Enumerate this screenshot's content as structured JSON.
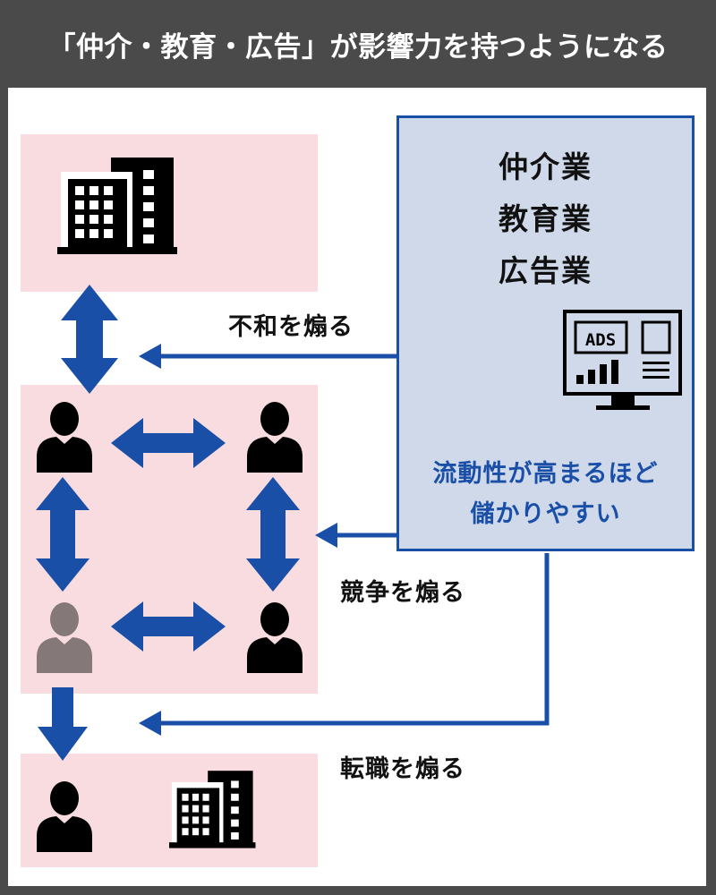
{
  "header": {
    "title": "「仲介・教育・広告」が影響力を持つようになる"
  },
  "industry_box": {
    "lines": [
      "仲介業",
      "教育業",
      "広告業"
    ],
    "ads_screen_text": "ADS",
    "note_lines": [
      "流動性が高まるほど",
      "儲かりやすい"
    ]
  },
  "arrows": {
    "discord_label": "不和を煽る",
    "competition_label": "競争を煽る",
    "job_change_label": "転職を煽る"
  },
  "colors": {
    "accent_blue": "#1a4fa8",
    "zone_pink": "#f9dcdf",
    "box_blue": "#cfd9ea",
    "person_gray": "#857878"
  },
  "icons": {
    "company": "office-building-icon",
    "person": "person-icon",
    "monitor": "ads-monitor-icon"
  }
}
